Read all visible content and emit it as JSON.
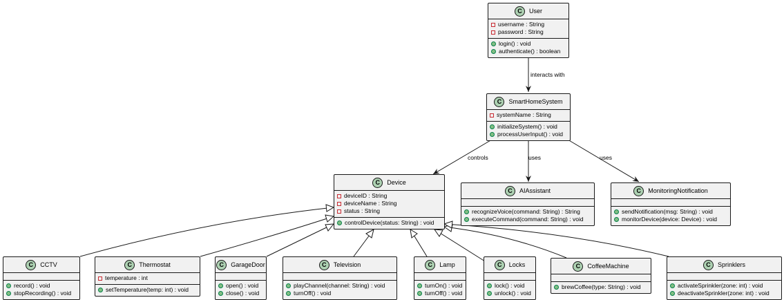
{
  "classes": {
    "user": {
      "name": "User",
      "attributes": [
        "username : String",
        "password : String"
      ],
      "methods": [
        "login() : void",
        "authenticate() : boolean"
      ]
    },
    "smarthome": {
      "name": "SmartHomeSystem",
      "attributes": [
        "systemName : String"
      ],
      "methods": [
        "initializeSystem() : void",
        "processUserInput() : void"
      ]
    },
    "device": {
      "name": "Device",
      "attributes": [
        "deviceID : String",
        "deviceName : String",
        "status : String"
      ],
      "methods": [
        "controlDevice(status: String) : void"
      ]
    },
    "ai": {
      "name": "AIAssistant",
      "attributes": [],
      "methods": [
        "recognizeVoice(command: String) : String",
        "executeCommand(command: String) : void"
      ]
    },
    "monitor": {
      "name": "MonitoringNotification",
      "attributes": [],
      "methods": [
        "sendNotification(msg: String) : void",
        "monitorDevice(device: Device) : void"
      ]
    },
    "cctv": {
      "name": "CCTV",
      "attributes": [],
      "methods": [
        "record() : void",
        "stopRecording() : void"
      ]
    },
    "thermostat": {
      "name": "Thermostat",
      "attributes": [
        "temperature : int"
      ],
      "methods": [
        "setTemperature(temp: int) : void"
      ]
    },
    "garagedoor": {
      "name": "GarageDoor",
      "attributes": [],
      "methods": [
        "open() : void",
        "close() : void"
      ]
    },
    "television": {
      "name": "Television",
      "attributes": [],
      "methods": [
        "playChannel(channel: String) : void",
        "turnOff() : void"
      ]
    },
    "lamp": {
      "name": "Lamp",
      "attributes": [],
      "methods": [
        "turnOn() : void",
        "turnOff() : void"
      ]
    },
    "locks": {
      "name": "Locks",
      "attributes": [],
      "methods": [
        "lock() : void",
        "unlock() : void"
      ]
    },
    "coffee": {
      "name": "CoffeeMachine",
      "attributes": [],
      "methods": [
        "brewCoffee(type: String) : void"
      ]
    },
    "sprinklers": {
      "name": "Sprinklers",
      "attributes": [],
      "methods": [
        "activateSprinkler(zone: int) : void",
        "deactivateSprinkler(zone: int) : void"
      ]
    }
  },
  "relations": {
    "interacts": "interacts with",
    "controls": "controls",
    "uses_ai": "uses",
    "uses_monitor": "uses"
  },
  "colors": {
    "class_fill": "#f1f1f1",
    "badge": "#add1b2",
    "border": "#181818",
    "line": "#181818"
  }
}
